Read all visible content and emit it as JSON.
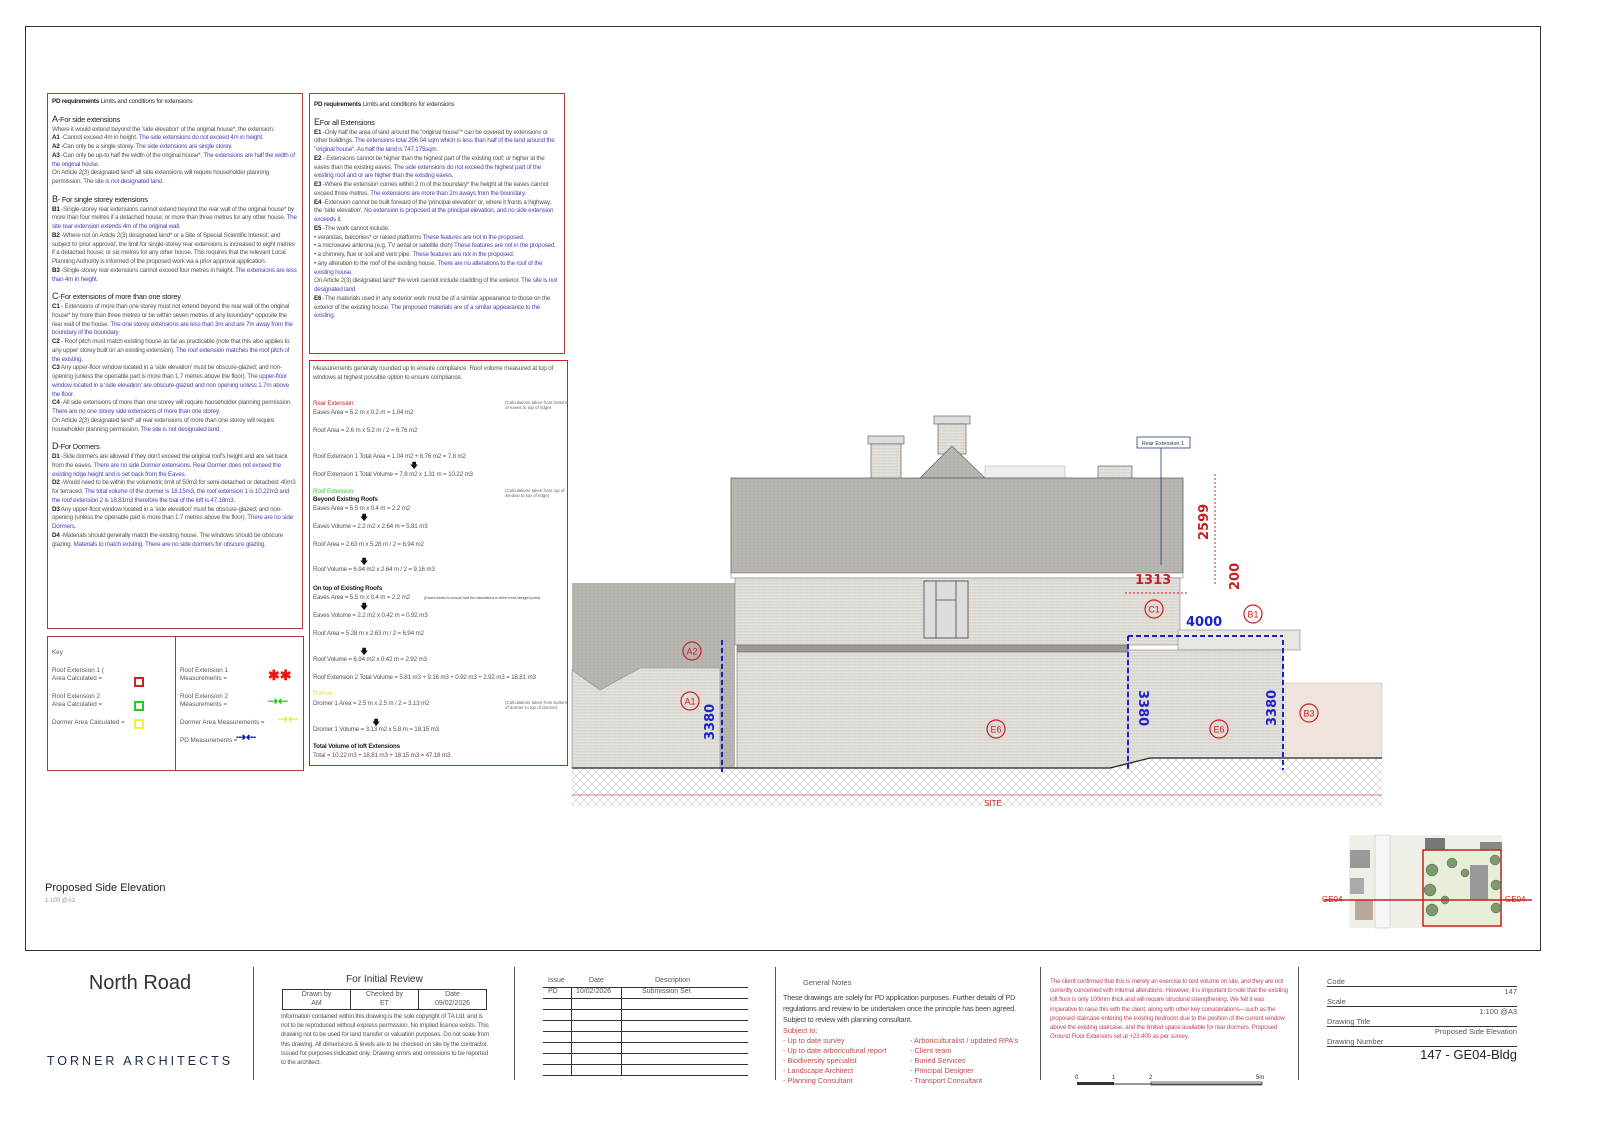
{
  "drawing": {
    "title": "Proposed Side Elevation",
    "scale": "1:100 @A3",
    "site_label": "SITE",
    "tag": "Rear Extension 1",
    "dims": {
      "d2599": "2599",
      "d200": "200",
      "d1313": "1313",
      "d4000": "4000",
      "d3380": "3380"
    },
    "markers": [
      "A2",
      "A1",
      "C1",
      "B1",
      "E6",
      "E6",
      "B3"
    ],
    "location_labels": [
      "GE04",
      "GE04"
    ],
    "colors": {
      "red": "#c8201e",
      "blue": "#1a22c8",
      "panel_border": "#b23a3a"
    }
  },
  "pd_left": {
    "title": "PD requirements",
    "subtitle": "Limits and conditions for extensions",
    "sections": [
      {
        "letter": "A",
        "head": "-For side extensions",
        "items": [
          {
            "k": "",
            "t": "Where it would extend beyond the 'side elevation' of the original house*, the extension:",
            "n": ""
          },
          {
            "k": "A1",
            "t": " -Cannot exceed 4m in height.",
            "n": " The side extensions do not exceed 4m in height."
          },
          {
            "k": "A2",
            "t": " -Can only be a single storey.",
            "n": " The side extensions are single storey."
          },
          {
            "k": "A3",
            "t": " -Can only be up-to half the width of the original house*.",
            "n": " The extensions are half the width of the original house."
          },
          {
            "k": "",
            "t": "On Article 2(3) designated land* all side extensions will require householder planning permission.",
            "n": " The site is not designated land."
          }
        ]
      },
      {
        "letter": "B",
        "head": "- For single storey extensions",
        "items": [
          {
            "k": "B1",
            "t": " -Single-storey rear extensions cannot extend beyond the rear wall of the original house* by more than four metres if a detached house; or more than three metres for any other house.",
            "n": " The site rear extension extends 4m of the original wall."
          },
          {
            "k": "B2",
            "t": " -Where not on Article 2(3) designated land* or a Site of Special Scientific Interest; and subject to 'prior approval', the limit for single-storey rear extensions is increased to eight metres if a detached house; or six metres for any other house. This requires that the relevant Local Planning Authority is informed of the proposed work via a prior approval application.",
            "n": ""
          },
          {
            "k": "B3",
            "t": " -Single-storey rear extensions cannot exceed four metres in height.",
            "n": " The extensions are less than 4m in height."
          }
        ]
      },
      {
        "letter": "C",
        "head": "-For extensions of more than one storey",
        "items": [
          {
            "k": "C1",
            "t": " - Extensions of more than one storey must not extend beyond the rear wall of the original house* by more than three metres or be within seven metres of any boundary* opposite the rear wall of the house.",
            "n": " The one storey extensions are less than 3m and are 7m away from the boundary of the boundary."
          },
          {
            "k": "C2",
            "t": " - Roof pitch must match existing house as far as practicable (note that this also applies to any upper storey built on an existing extension).",
            "n": " The roof extension matches the roof pitch of the existing."
          },
          {
            "k": "C3",
            "t": " Any upper-floor window located in a 'side elevation' must be obscure-glazed; and non-opening (unless the openable part is more than 1.7 metres above the floor).",
            "n": " The upper-floor window located in a 'side elevation' are obscure-glazed and non opening unless 1.7m above the floor."
          },
          {
            "k": "C4",
            "t": " -All side extensions of more than one storey will require householder planning permission.",
            "n": " There are no one storey side extensions of more than one storey."
          },
          {
            "k": "",
            "t": "On Article 2(3) designated land* all rear extensions of more than one storey will require householder planning permission.",
            "n": " The site is not designated land."
          }
        ]
      },
      {
        "letter": "D",
        "head": "-For Dormers",
        "items": [
          {
            "k": "D1",
            "t": " -Side dormers are allowed if they don't exceed the original roof's height and are set back from the eaves.",
            "n": " There are no side Dormer extensions. Rear Dormer does not exceed the existing ridge height and is set back from the Eaves."
          },
          {
            "k": "D2",
            "t": " -Would need to be within the volumetric limit of 50m3 for semi-detached or detached; 40m3 for terraced.",
            "n": " The total volume of the dormer is 18.15m3, the roof extension 1 is 10.22m3 and the roof extension 2 is 18.81m3 therefore the toal of the loft is 47.18m3."
          },
          {
            "k": "D3",
            "t": " Any upper-floor window located in a 'side elevation' must be obscure-glazed; and non-opening (unless the openable part is more than 1.7 metres above the floor).",
            "n": " There are no side Dormers."
          },
          {
            "k": "D4",
            "t": " -Materials should generally match the existing house. The windows should be obscure glazing.",
            "n": " Materials to match existing. There are no side dormers for obscure glazing."
          }
        ]
      }
    ]
  },
  "pd_right": {
    "title": "PD requirements",
    "subtitle": "Limits and conditions for extensions",
    "sections": [
      {
        "letter": "E",
        "head": "For all Extensions",
        "items": [
          {
            "k": "E1",
            "t": " -Only half the area of land around the \"original house\"* can be covered by extensions or other buildings.",
            "n": " The extensions total 296.04 sqm which is less than half of the land around the \"original house\". As half the land is 747.175sqm."
          },
          {
            "k": "E2",
            "t": " - Extensions cannot be higher than the highest part of the existing roof; or higher at the eaves than the existing eaves.",
            "n": " The side extensions do not exceed the highest part of the existing roof and or are higher than the existing eaves."
          },
          {
            "k": "E3",
            "t": " -Where the extension comes within 2 m of the boundary* the height at the eaves cannot exceed three metres.",
            "n": " The extensions are more than 2m aways from the boundary."
          },
          {
            "k": "E4",
            "t": " -Extension cannot be built forward of the 'principal elevation' or, where it fronts a highway, the 'side elevation'.",
            "n": " No extension is proposed at the principal elevation, and no side extension exceeds it."
          },
          {
            "k": "E5",
            "t": " -The work cannot include:",
            "n": ""
          },
          {
            "k": "",
            "t": "• verandas, balconies* or raised platforms",
            "n": " These features are not in the proposed."
          },
          {
            "k": "",
            "t": "• a microwave antenna (e.g. TV aerial or satellite dish)",
            "n": " These features are not in the proposed."
          },
          {
            "k": "",
            "t": "• a chimney, flue or soil and vent pipe.",
            "n": " These features are not in the proposed."
          },
          {
            "k": "",
            "t": "• any alteration to the roof of the existing house.",
            "n": " There are no alterations to the roof of the existing house."
          },
          {
            "k": "",
            "t": "On Article 2(3) designated land* the work cannot include cladding of the exterior.",
            "n": " The site is not designated land"
          },
          {
            "k": "E6",
            "t": " -The materials used in any exterior work must be of a similar appearance to those on the exterior of the existing house.",
            "n": " The proposed materials are of a similar appearance to the existing."
          }
        ]
      }
    ]
  },
  "calc": {
    "intro": "Measurements generally rounded up to ensure compliance. Roof volume measured at top of windows at highest possible option to ensure compliance.",
    "rear_head": "Rear Extension:",
    "rear_note": "(Calculations taken from bottom of eaves to top of ridge)",
    "r1": "Eaves Area = 5.2 m x 0.2 m = 1.04 m2",
    "r2": "Roof Area = 2.6 m x 5.2 m / 2 = 6.76 m2",
    "r3": "Roof Extension 1 Total Area = 1.04 m2 + 6.76 m2 = 7.8 m2",
    "r4": "Roof Extension 1 Total Volume = 7.8 m2 x 1.31 m = 10.22 m3",
    "ext2_head": "Roof Extension:",
    "ext2_note": "(Calculations taken from top of window to top of ridge)",
    "beyond": "Beyond Existing Roofs",
    "b1": "Eaves Area = 5.5 m x 0.4 m = 2.2 m2",
    "b2": "Eaves Volume = 2.2 m2 x 2.64 m = 5.81 m3",
    "b3": "Roof Area = 2.63 m x 5.28 m / 2 = 6.94 m2",
    "b4": "Roof Volume = 6.94 m2 x 2.64 m / 2 = 9.16 m3",
    "ontop": "On top of Existing Roofs",
    "o1": "Eaves Area = 5.5 m x 0.4 m = 2.2 m2",
    "o1_note": "(Eaves added to ensure that the calculations is at the most stringent point)",
    "o2": "Eaves Volume = 2.2 m2 x 0.42 m = 0.92 m3",
    "o3": "Roof Area = 5.28 m x 2.63 m / 2 = 6.94 m2",
    "o4": "Roof Volume = 6.94 m2 x 0.42 m = 2.92 m3",
    "o5": "Roof Extension 2 Total Volume = 5.81 m3 + 9.16 m3 + 0.92 m3 + 2.92 m3 = 18.81 m3",
    "dormer_head": "Dormer",
    "dormer_note": "(Calculations taken from bottom of dormer to top of dormer)",
    "d1": "Dromer 1 Area = 2.5 m x 2.5 m / 2 = 3.13 m2",
    "d2": "Dromer 1 Volume = 3.13 m2 x 5.8 m = 18.15 m3",
    "total_head": "Total Volume of loft Extensions",
    "total": "Total = 10.22 m3 + 18.81 m3 + 18.15 m3 = 47.18 m3",
    "arrow": "🡇"
  },
  "key": {
    "title": "Key",
    "a1": "Roof Extension 1 (",
    "a1b": "Area Calculated =",
    "a2": "Roof Extension 2",
    "a2b": "Area Calculated =",
    "a3": "Dormer Area Calculated =",
    "m1": "Roof Extension 1",
    "m1b": "Measurements =",
    "m2": "Roof Extension 2",
    "m2b": "Measurements =",
    "m3": "Dormer Area Measurements =",
    "m4": "PD Measurements ="
  },
  "titleblock": {
    "project": "North Road",
    "firm": "TORNER ARCHITECTS",
    "review_title": "For Initial Review",
    "drawn_by_label": "Drawn by",
    "drawn_by": "AM",
    "checked_by_label": "Checked by",
    "checked_by": "ET",
    "date_label": "Date",
    "date": "09/02/2026",
    "copyright": "Information contained within this drawing is the sole copyright of TA Ltd. and is not to be reproduced without express permission. No implied licence exists. This drawing not to be used for land transfer or valuation purposes. Do not scale from this drawing. All dimensions & levels are to be checked on site by the contractor. Issued for purposes indicated only. Drawing errors and omissions to be reported to the architect.",
    "issue_headers": [
      "Issue",
      "Date",
      "Description"
    ],
    "issues": [
      {
        "issue": "PD",
        "date": "10/02/2026",
        "desc": "Submission Set"
      }
    ],
    "notes_title": "General Notes",
    "notes": "These drawings are solely for PD application purposes. Further details of PD regulations and review to be undertaken once the principle has been agreed. Subject to review with planning consultant.",
    "subject_to": "Subject to:",
    "subject_left": [
      "- Up to date survey",
      "- Up to date arboricultural report",
      "- Biodiversity specialist",
      "- Landscape Architect",
      "- Planning Consultant"
    ],
    "subject_right": [
      "- Arboriculturalist / updated RPA's",
      "- Client team",
      "- Buried Services",
      "- Principal Designer",
      "- Transport Consultant"
    ],
    "client_note": "The client confirmed that this is merely an exercise to test volume on site, and they are not currently concerned with internal alterations. However, it is important to note that the existing loft floor is only 100mm thick and will require structural strengthening. We felt it was imperative to raise this with the client, along with other key considerations—such as the proposed staircase entering the existing bedroom due to the position of the current window above the existing staircase, and the limited space available for rear dormers. Proposed Ground Floor Extenions set at +23.400 as per survey.",
    "scalebar": [
      "0",
      "1",
      "2",
      "5m"
    ],
    "code_label": "Code",
    "code": "147",
    "scale_label": "Scale",
    "scale": "1:100 @A3",
    "dtitle_label": "Drawing Title",
    "dtitle": "Proposed Side Elevation",
    "dnum_label": "Drawing Number",
    "dnum": "147 - GE04-Bldg"
  }
}
